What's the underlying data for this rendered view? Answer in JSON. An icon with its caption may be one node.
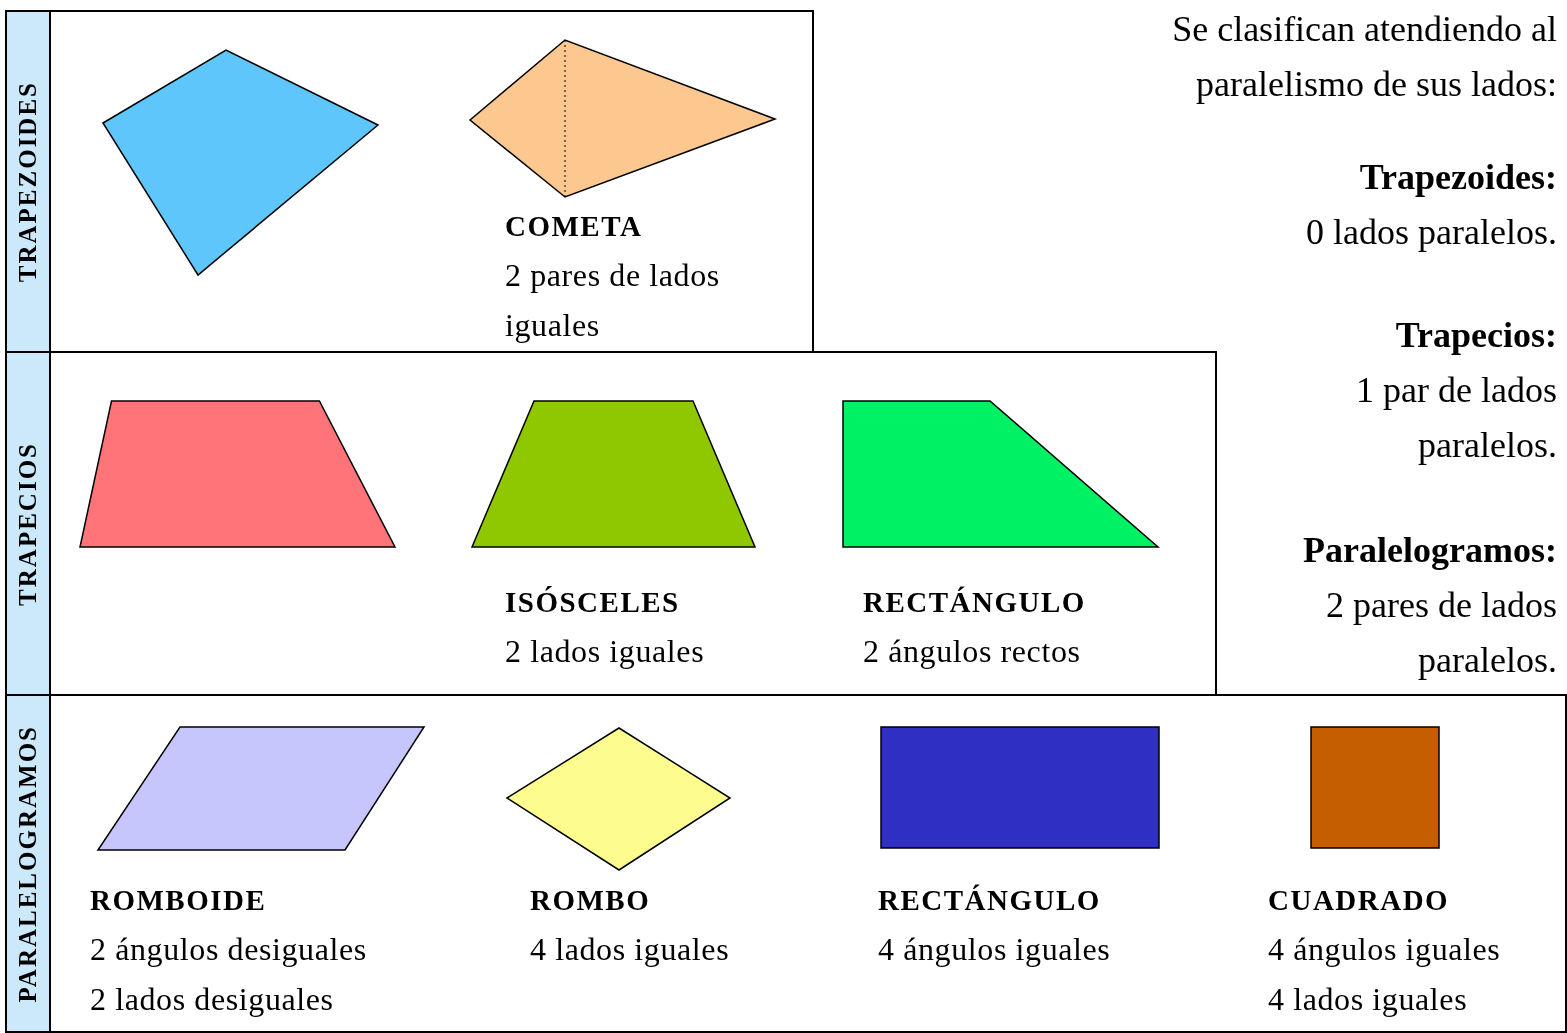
{
  "diagram": {
    "nodes": [
      {
        "text": [
          "TRAPEZOIDES"
        ]
      },
      {
        "text": [],
        "shape": "quadrilateral",
        "in": 0
      },
      {
        "text": [
          "COMETA",
          "2 pares de lados iguales"
        ],
        "in": 0
      },
      {
        "text": [
          "TRAPECIOS"
        ]
      },
      {
        "text": [],
        "shape": "trapezoid",
        "in": 3
      },
      {
        "text": [
          "ISÓSCELES",
          "2 lados iguales"
        ],
        "in": 3
      },
      {
        "text": [
          "RECTÁNGULO",
          "2 ángulos rectos"
        ],
        "in": 3
      },
      {
        "text": [
          "PARALELOGRAMOS"
        ]
      },
      {
        "text": [
          "ROMBOIDE",
          "2 ángulos desiguales",
          "2 lados desiguales"
        ],
        "in": 7
      },
      {
        "text": [
          "ROMBO",
          "4 lados iguales"
        ],
        "in": 7
      },
      {
        "text": [
          "RECTÁNGULO",
          "4 ángulos iguales"
        ],
        "in": 7
      },
      {
        "text": [
          "CUADRADO",
          "4 ángulos iguales",
          "4 lados iguales"
        ],
        "in": 7
      }
    ],
    "edges": [],
    "labels": [
      "Se clasifican atendiendo al paralelismo de sus lados:",
      "Trapezoides:",
      "0 lados paralelos.",
      "Trapecios:",
      "1 par de lados paralelos.",
      "Paralelogramos:",
      "2 pares de lados paralelos."
    ]
  }
}
